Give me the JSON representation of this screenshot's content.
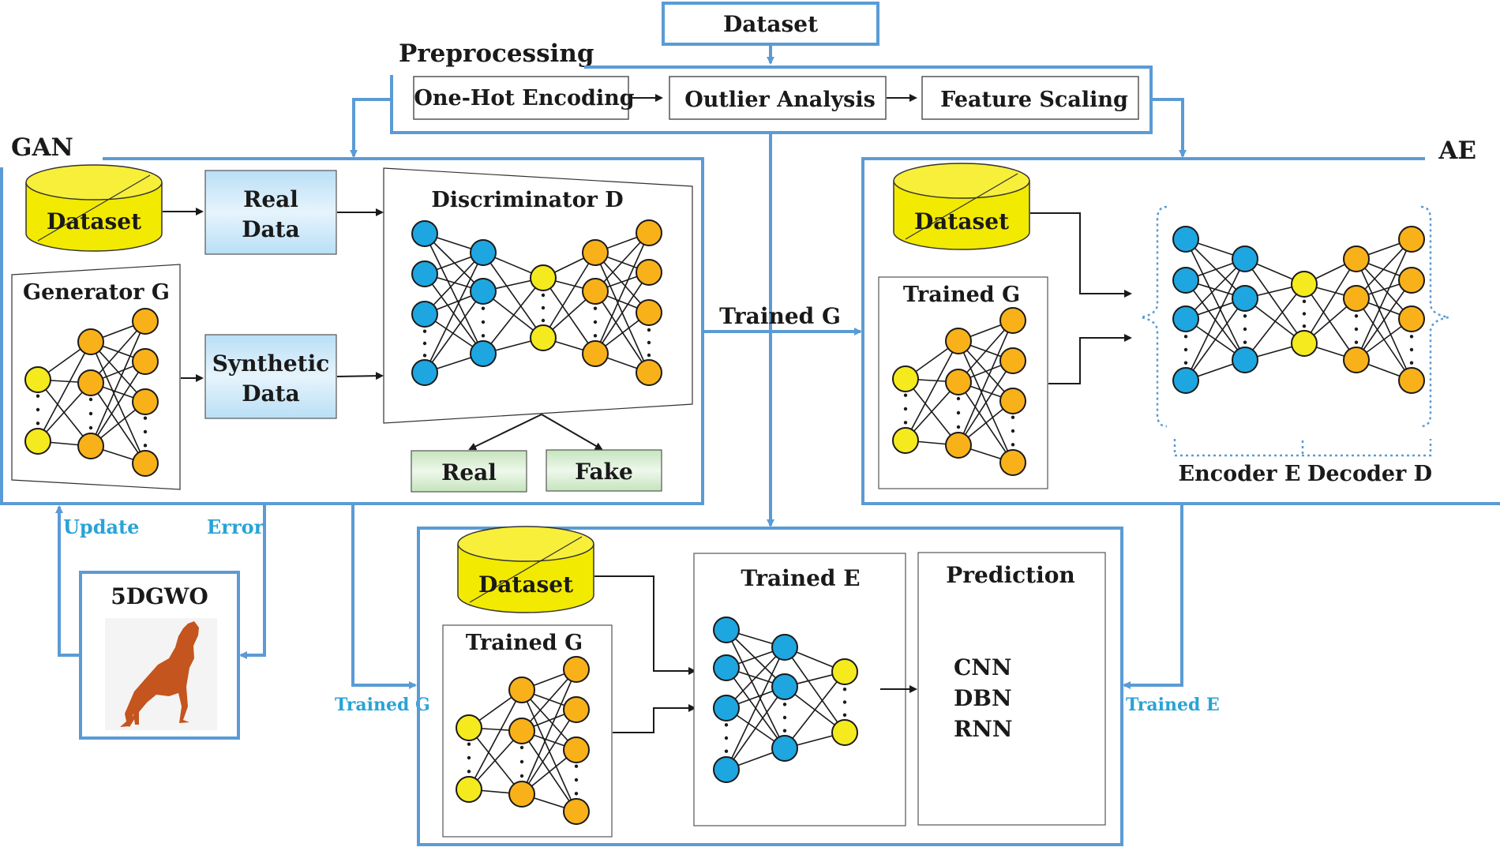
{
  "labels": {
    "dataset_top": "Dataset",
    "preprocessing": "Preprocessing",
    "one_hot": "One-Hot Encoding",
    "outlier": "Outlier Analysis",
    "feature_scaling": "Feature Scaling",
    "gan": "GAN",
    "ae": "AE",
    "gan_dataset": "Dataset",
    "real_data_1": "Real",
    "real_data_2": "Data",
    "generator": "Generator G",
    "synthetic_1": "Synthetic",
    "synthetic_2": "Data",
    "discriminator": "Discriminator D",
    "real": "Real",
    "fake": "Fake",
    "trained_g_mid": "Trained G",
    "ae_dataset": "Dataset",
    "ae_trained_g": "Trained G",
    "encoder": "Encoder E",
    "decoder": "Decoder D",
    "update": "Update",
    "error": "Error",
    "gwo": "5DGWO",
    "trained_g_left": "Trained G",
    "trained_e_right": "Trained E",
    "bottom_dataset": "Dataset",
    "bottom_trained_g": "Trained G",
    "trained_e": "Trained E",
    "prediction": "Prediction",
    "cnn": "CNN",
    "dbn": "DBN",
    "rnn": "RNN"
  },
  "colors": {
    "frame": "#5b9bd5",
    "blue_node": "#1ea6e0",
    "orange_node": "#f9b11a",
    "yellow_node": "#f5ea1e",
    "dataset_fill": "#f2ea00",
    "data_box": "#cfe8f8",
    "result_box": "#dbefd4",
    "wolf": "#c4551e",
    "annotation_text": "#29a3d6"
  },
  "icons": {
    "wolf": "howling-wolf-icon",
    "database": "cylinder-database-icon"
  }
}
